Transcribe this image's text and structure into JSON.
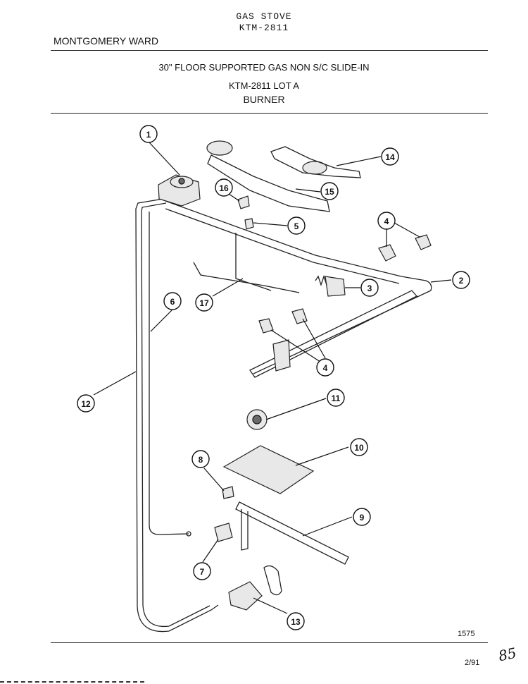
{
  "header": {
    "title_line_1": "GAS STOVE",
    "title_line_2": "KTM-2811",
    "brand": "MONTGOMERY WARD"
  },
  "subheader": {
    "description": "30\" FLOOR SUPPORTED GAS NON S/C SLIDE-IN",
    "model_lot": "KTM-2811 LOT A",
    "section": "BURNER"
  },
  "callouts": {
    "c1": "1",
    "c2": "2",
    "c3": "3",
    "c4a": "4",
    "c4b": "4",
    "c5": "5",
    "c6": "6",
    "c7": "7",
    "c8": "8",
    "c9": "9",
    "c10": "10",
    "c11": "11",
    "c12": "12",
    "c13": "13",
    "c14": "14",
    "c15": "15",
    "c16": "16",
    "c17": "17"
  },
  "footer": {
    "diagram_number": "1575",
    "date_code": "2/91",
    "handwritten_note": "85"
  }
}
